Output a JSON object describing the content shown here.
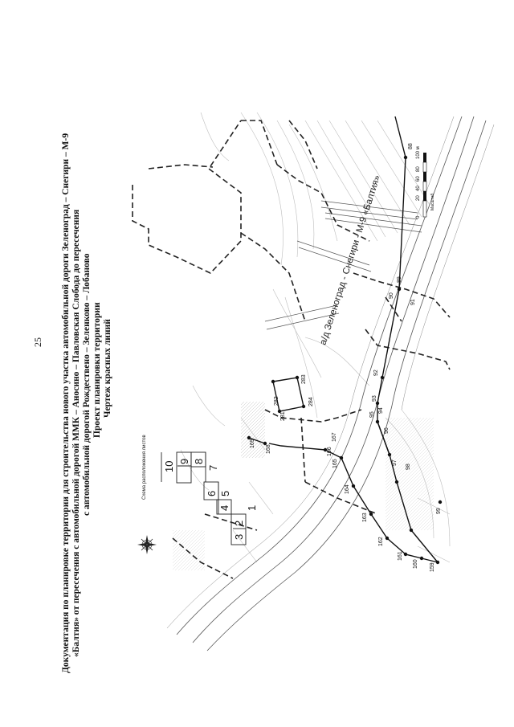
{
  "page_number": "25",
  "title_lines": [
    "Документация по планировке территории для строительства нового участка автомобильной дороги Зеленоград – Снегири – М-9",
    "«Балтия» от пересечения с автомобильной дорогой ММК – Аносино – Павловская Слобода до пересечения",
    "с автомобильной дорогой Рождествено – Зеленково – Лобаново",
    "Проект планировки территории",
    "Чертеж красных линий"
  ],
  "road_label": "а/д Зеленоград - Снегири - М-9 «Балтия»",
  "sheet_scheme": {
    "caption": "Схема расположения листов",
    "cells": [
      "10",
      "9",
      "8",
      "7",
      "6",
      "5",
      "4",
      "3",
      "2",
      "1"
    ]
  },
  "scale_bar": {
    "ticks": [
      "0",
      "20",
      "40",
      "60",
      "80",
      "100 м"
    ],
    "caption": "Масштаб"
  },
  "point_labels": [
    "88",
    "89",
    "90",
    "91",
    "92",
    "93",
    "94",
    "95",
    "96",
    "97",
    "98",
    "99",
    "159",
    "160",
    "161",
    "162",
    "163",
    "164",
    "165",
    "166",
    "167",
    "168",
    "169",
    "281",
    "282",
    "283",
    "284"
  ]
}
